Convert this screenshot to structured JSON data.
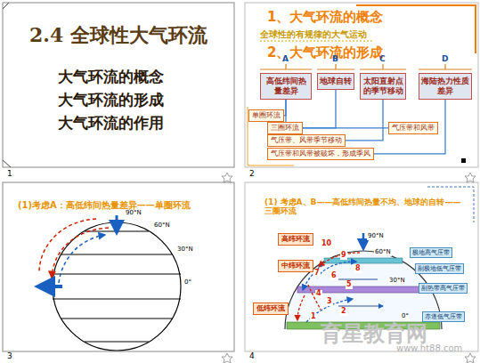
{
  "diagram": {
    "nodes": [
      {
        "text": [
          "2.4 全球性大气环流",
          "大气环流的概念",
          "大气环流的形成",
          "大气环流的作用"
        ]
      },
      {
        "text": [
          "1、大气环流的概念",
          "全球性的有规律的大气运动",
          "2、大气环流的形成"
        ]
      },
      {
        "text": [
          "高低纬间热量差异"
        ],
        "in": 1
      },
      {
        "text": [
          "地球自转"
        ],
        "in": 1
      },
      {
        "text": [
          "太阳直射点的季节移动"
        ],
        "in": 1
      },
      {
        "text": [
          "海陆热力性质差异"
        ],
        "in": 1
      },
      {
        "text": [
          "单圈环流"
        ],
        "in": 1
      },
      {
        "text": [
          "三圈环流"
        ],
        "in": 1
      },
      {
        "text": [
          "气压带和风带"
        ],
        "in": 1
      },
      {
        "text": [
          "气压带、风带季节移动"
        ],
        "in": 1
      },
      {
        "text": [
          "气压带和风带被破坏，形成季风"
        ],
        "in": 1
      },
      {
        "text": [
          "(1)考虑A：高低纬间热量差异——单圈环流"
        ]
      },
      {
        "text": [
          "(1) 考虑A、B——高低纬间热量不均、地球的自转——三圈环流"
        ]
      },
      {
        "text": [
          "高纬环流"
        ],
        "in": 12
      },
      {
        "text": [
          "中纬环流"
        ],
        "in": 12
      },
      {
        "text": [
          "低纬环流"
        ],
        "in": 12
      },
      {
        "text": [
          "极地高气压带"
        ],
        "in": 12
      },
      {
        "text": [
          "副极地低气压带"
        ],
        "in": 12
      },
      {
        "text": [
          "副热带高气压带"
        ],
        "in": 12
      },
      {
        "text": [
          "赤道低气压带"
        ],
        "in": 12
      }
    ],
    "edges": [
      {
        "from": 2,
        "to": 6,
        "arrow": "none"
      },
      {
        "from": 2,
        "to": 7,
        "arrow": "none"
      },
      {
        "from": 3,
        "to": 7,
        "arrow": "none"
      },
      {
        "from": 7,
        "to": 8,
        "arrow": "none"
      },
      {
        "from": 4,
        "to": 9,
        "arrow": "none"
      },
      {
        "from": 5,
        "to": 10,
        "arrow": "none"
      }
    ],
    "labels": [
      "A",
      "B",
      "C",
      "D",
      "90°N",
      "60°N",
      "30°N",
      "0°",
      "90°N",
      "60°N",
      "30°N",
      "0°",
      "10",
      "9",
      "8",
      "7",
      "6",
      "5",
      "4",
      "3",
      "2",
      "1",
      "育星教育网",
      "www.ht88.com",
      "1",
      "2",
      "3",
      "4"
    ]
  }
}
